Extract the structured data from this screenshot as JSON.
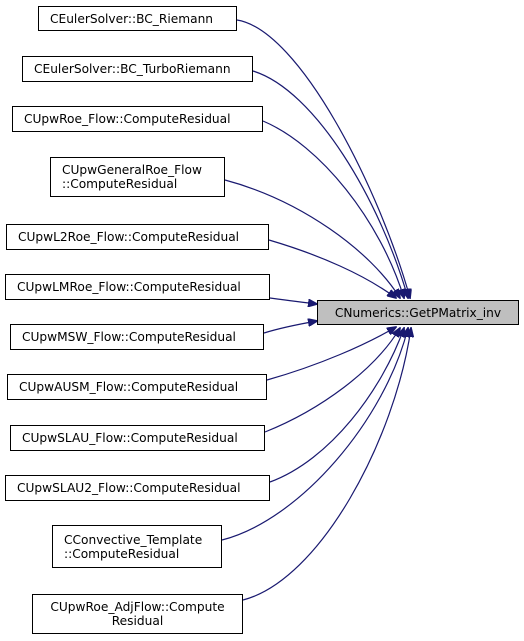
{
  "graph": {
    "target": {
      "label": "CNumerics::GetPMatrix_inv"
    },
    "callers": [
      {
        "lines": [
          "CEulerSolver::BC_Riemann"
        ]
      },
      {
        "lines": [
          "CEulerSolver::BC_TurboRiemann"
        ]
      },
      {
        "lines": [
          "CUpwRoe_Flow::ComputeResidual"
        ]
      },
      {
        "lines": [
          "CUpwGeneralRoe_Flow",
          "::ComputeResidual"
        ]
      },
      {
        "lines": [
          "CUpwL2Roe_Flow::ComputeResidual"
        ]
      },
      {
        "lines": [
          "CUpwLMRoe_Flow::ComputeResidual"
        ]
      },
      {
        "lines": [
          "CUpwMSW_Flow::ComputeResidual"
        ]
      },
      {
        "lines": [
          "CUpwAUSM_Flow::ComputeResidual"
        ]
      },
      {
        "lines": [
          "CUpwSLAU_Flow::ComputeResidual"
        ]
      },
      {
        "lines": [
          "CUpwSLAU2_Flow::ComputeResidual"
        ]
      },
      {
        "lines": [
          "CConvective_Template",
          "::ComputeResidual"
        ]
      },
      {
        "lines": [
          "CUpwRoe_AdjFlow::Compute",
          "Residual"
        ]
      }
    ],
    "colors": {
      "edge": "#191970",
      "target_fill": "#bfbfbf",
      "node_border": "#000000"
    }
  }
}
